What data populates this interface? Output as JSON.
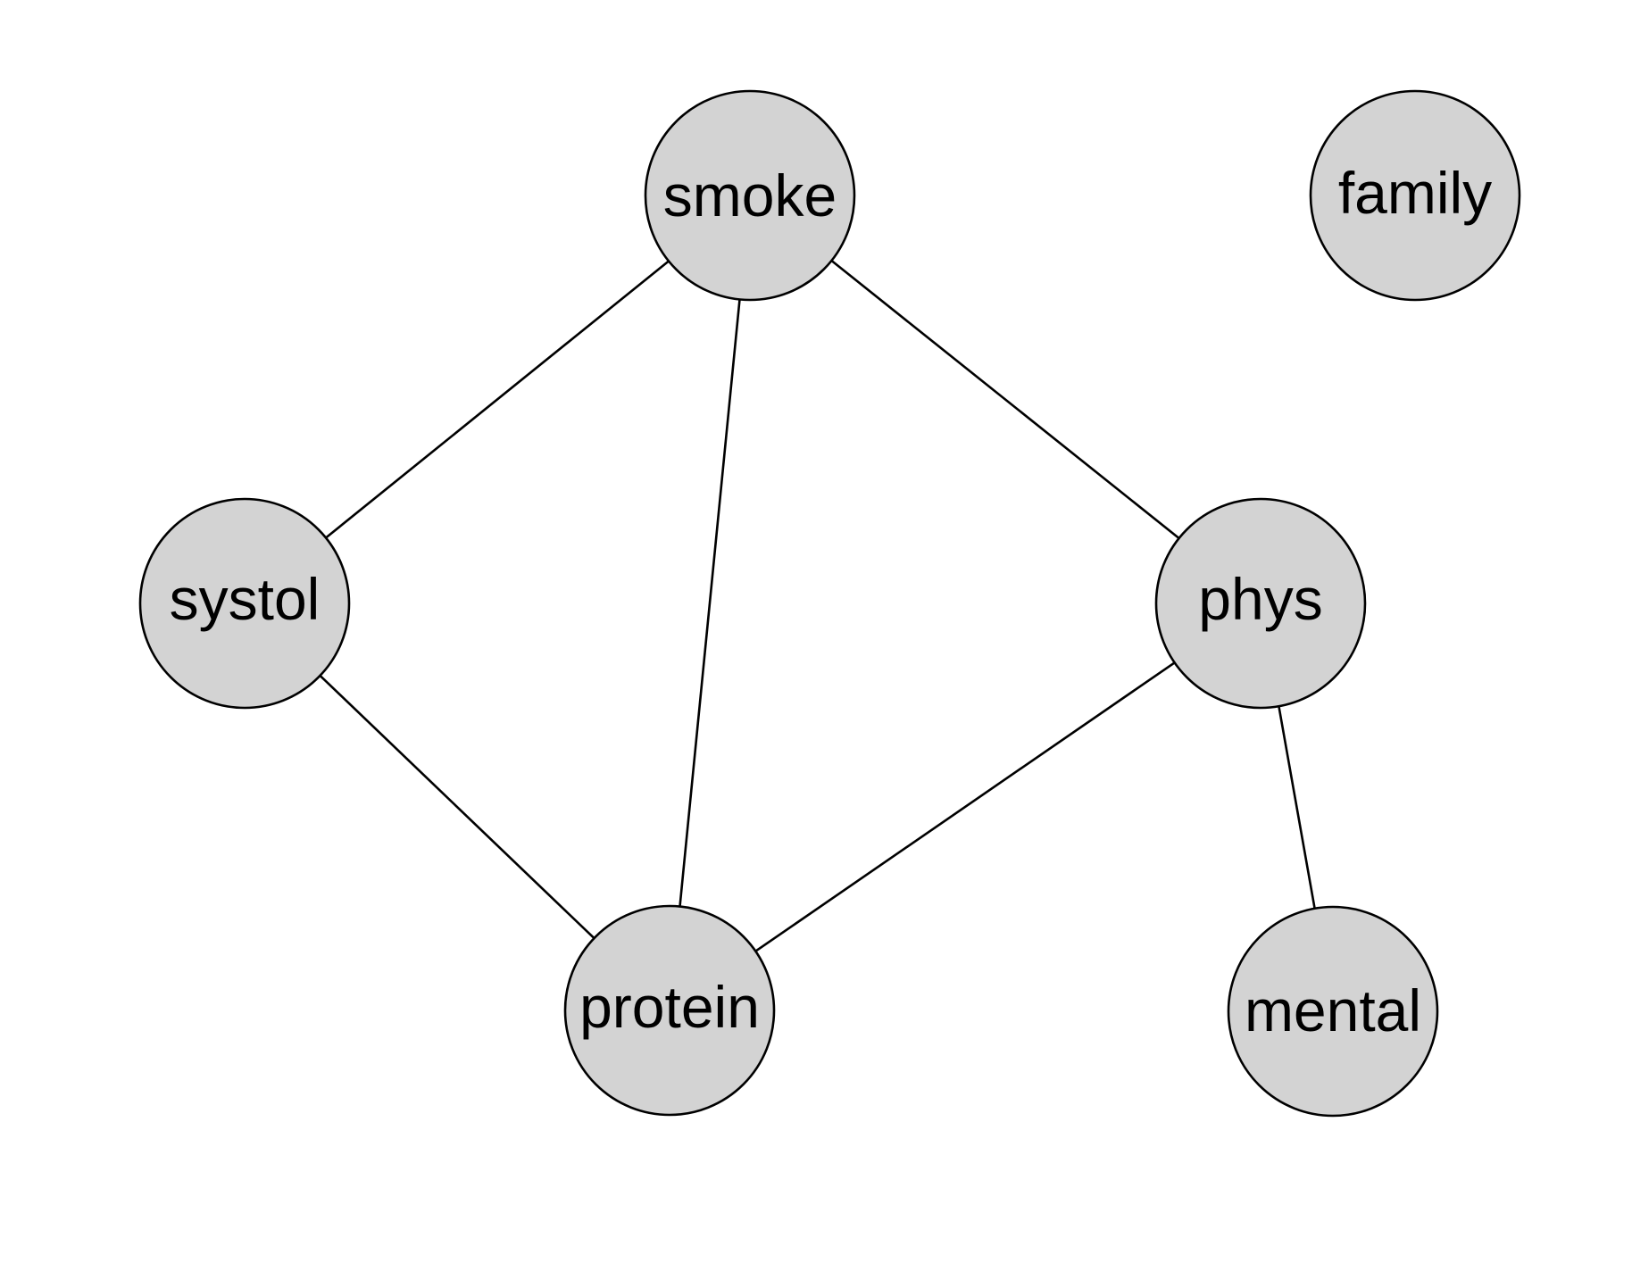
{
  "graph": {
    "colors": {
      "node_fill": "#d3d3d3",
      "node_stroke": "#000000",
      "edge": "#000000",
      "background": "#ffffff"
    },
    "nodes": {
      "smoke": "smoke",
      "family": "family",
      "systol": "systol",
      "phys": "phys",
      "protein": "protein",
      "mental": "mental"
    },
    "edges": [
      [
        "smoke",
        "systol"
      ],
      [
        "smoke",
        "protein"
      ],
      [
        "smoke",
        "phys"
      ],
      [
        "systol",
        "protein"
      ],
      [
        "phys",
        "protein"
      ],
      [
        "phys",
        "mental"
      ]
    ]
  }
}
